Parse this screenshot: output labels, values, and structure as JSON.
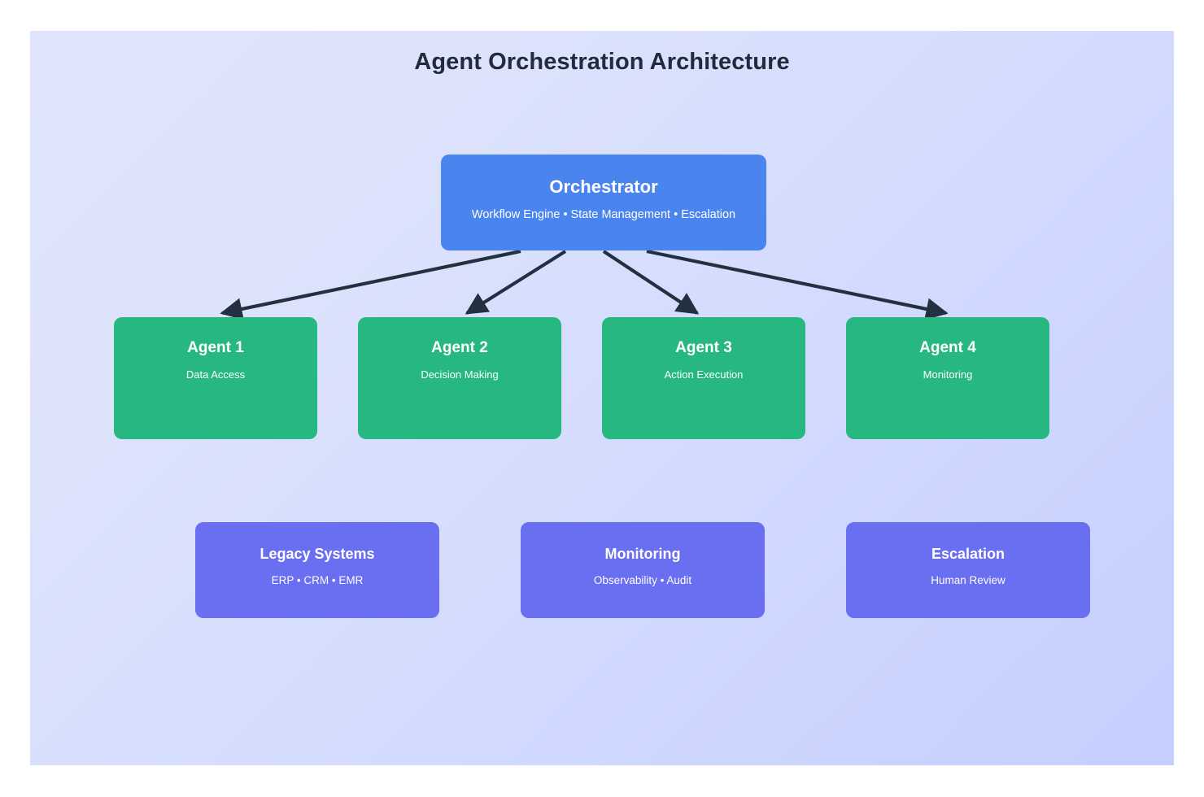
{
  "page": {
    "title": "Agent Orchestration Architecture",
    "background_start": "#dfe4fc",
    "background_end": "#c5cffe"
  },
  "nodes": {
    "orchestrator": {
      "title": "Orchestrator",
      "subtitle": "Workflow Engine • State Management • Escalation",
      "color": "#4a84ef"
    },
    "agents": [
      {
        "title": "Agent 1",
        "subtitle": "Data Access",
        "color": "#27b780"
      },
      {
        "title": "Agent 2",
        "subtitle": "Decision Making",
        "color": "#27b780"
      },
      {
        "title": "Agent 3",
        "subtitle": "Action Execution",
        "color": "#27b780"
      },
      {
        "title": "Agent 4",
        "subtitle": "Monitoring",
        "color": "#27b780"
      }
    ],
    "support": [
      {
        "title": "Legacy Systems",
        "subtitle": "ERP • CRM • EMR",
        "color": "#6a6ef0"
      },
      {
        "title": "Monitoring",
        "subtitle": "Observability • Audit",
        "color": "#6a6ef0"
      },
      {
        "title": "Escalation",
        "subtitle": "Human Review",
        "color": "#6a6ef0"
      }
    ]
  },
  "connections": {
    "color": "#22303f",
    "edges": [
      {
        "from": "orchestrator",
        "to": "Agent 1"
      },
      {
        "from": "orchestrator",
        "to": "Agent 2"
      },
      {
        "from": "orchestrator",
        "to": "Agent 3"
      },
      {
        "from": "orchestrator",
        "to": "Agent 4"
      }
    ]
  }
}
